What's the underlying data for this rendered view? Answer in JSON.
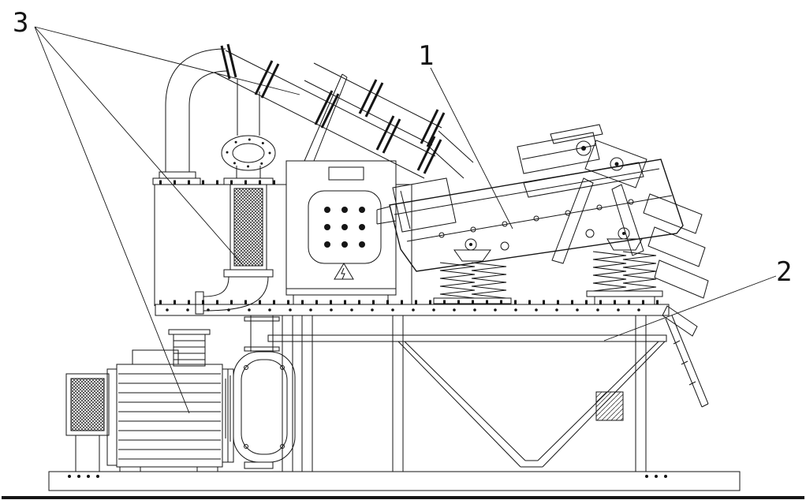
{
  "figure": {
    "background": "#ffffff",
    "line_color": "#151515"
  },
  "callouts": [
    {
      "label": "1"
    },
    {
      "label": "2"
    },
    {
      "label": "3"
    }
  ]
}
